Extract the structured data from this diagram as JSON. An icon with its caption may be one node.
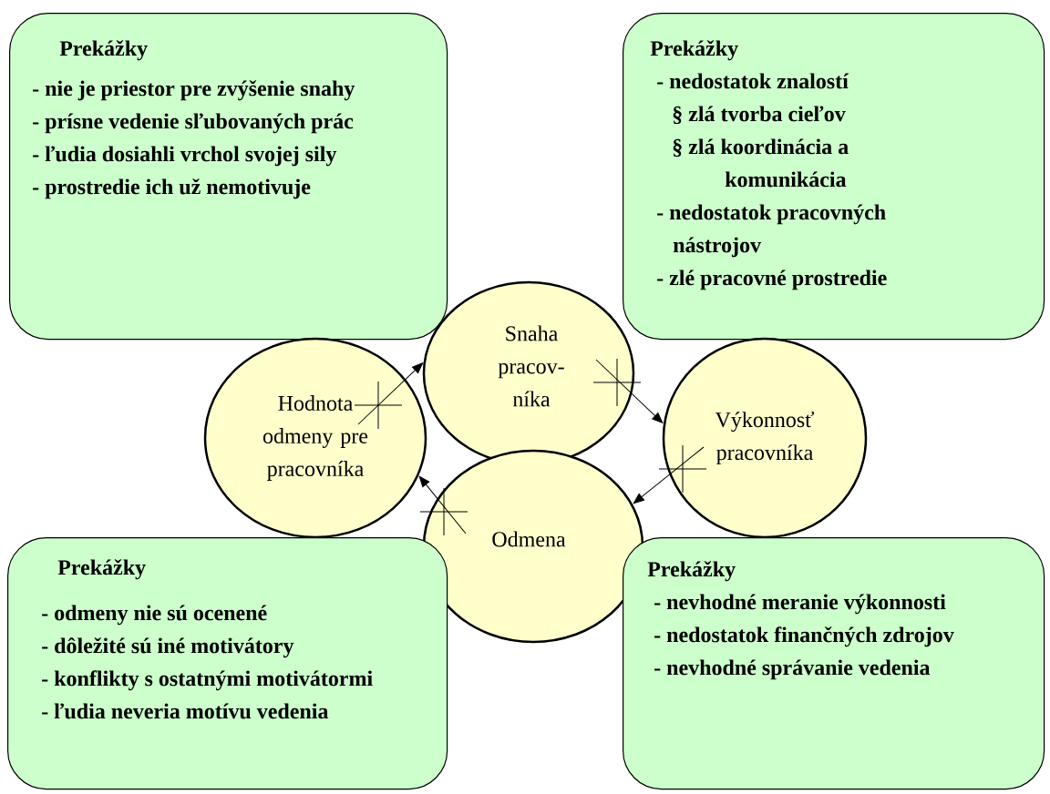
{
  "diagram": {
    "nodes": [
      {
        "text": [
          "Prekážky",
          "- nie je priestor pre zvýšenie snahy",
          "- prísne vedenie sľubovaných prác",
          "- ľudia dosiahli vrchol svojej sily",
          "- prostredie ich už nemotivuje"
        ]
      },
      {
        "text": [
          "Prekážky",
          "- nedostatok znalostí",
          "**§** zlá tvorba cieľov",
          "**§** zlá koordinácia a komunikácia",
          "- nedostatok pracovných nástrojov",
          "- zlé pracovné prostredie"
        ]
      },
      {
        "text": [
          "Snaha pracov-níka"
        ]
      },
      {
        "text": [
          "Hodnota odmeny pre pracovníka"
        ]
      },
      {
        "text": [
          "Výkonnosť pracovníka"
        ]
      },
      {
        "text": [
          "Odmena"
        ]
      },
      {
        "text": [
          "Prekážky",
          "- odmeny nie sú ocenené",
          "- dôležité sú iné motivátory",
          "- konflikty s ostatnými motivátormi",
          "- ľudia neveria motívu vedenia"
        ]
      },
      {
        "text": [
          "Prekážky",
          "- nevhodné meranie výkonnosti",
          "- nedostatok finančných zdrojov",
          "- nevhodné správanie vedenia"
        ]
      }
    ],
    "edges": [
      {
        "from": 3,
        "to": 2,
        "arrow": "to"
      },
      {
        "from": 2,
        "to": 4,
        "arrow": "to"
      },
      {
        "from": 4,
        "to": 5,
        "arrow": "to"
      },
      {
        "from": 5,
        "to": 3,
        "arrow": "to"
      }
    ]
  }
}
